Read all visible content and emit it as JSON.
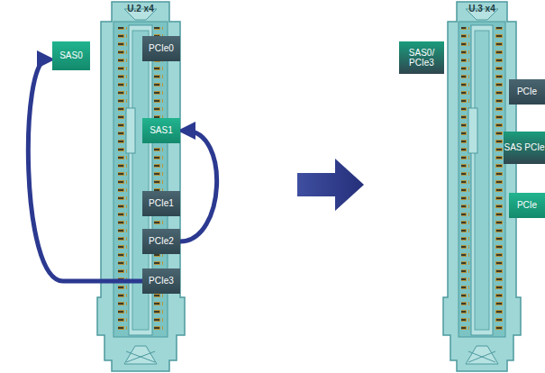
{
  "diagram": {
    "nodes": [
      {
        "text": [
          "SAS0"
        ]
      },
      {
        "text": [
          "PCIe0"
        ]
      },
      {
        "text": [
          "SAS1"
        ]
      },
      {
        "text": [
          "PCIe1"
        ]
      },
      {
        "text": [
          "PCIe2"
        ]
      },
      {
        "text": [
          "PCIe3"
        ]
      },
      {
        "text": [
          "SAS0/ PCIe3"
        ]
      },
      {
        "text": [
          "PCIe"
        ]
      },
      {
        "text": [
          "SAS PCIe"
        ]
      },
      {
        "text": [
          "PCIe"
        ]
      }
    ],
    "edges": [
      {
        "from": 4,
        "to": 2,
        "arrow": "to"
      },
      {
        "from": 5,
        "to": 0,
        "arrow": "to"
      }
    ],
    "labels": [
      "U.2 x4",
      "U.3 x4"
    ]
  }
}
